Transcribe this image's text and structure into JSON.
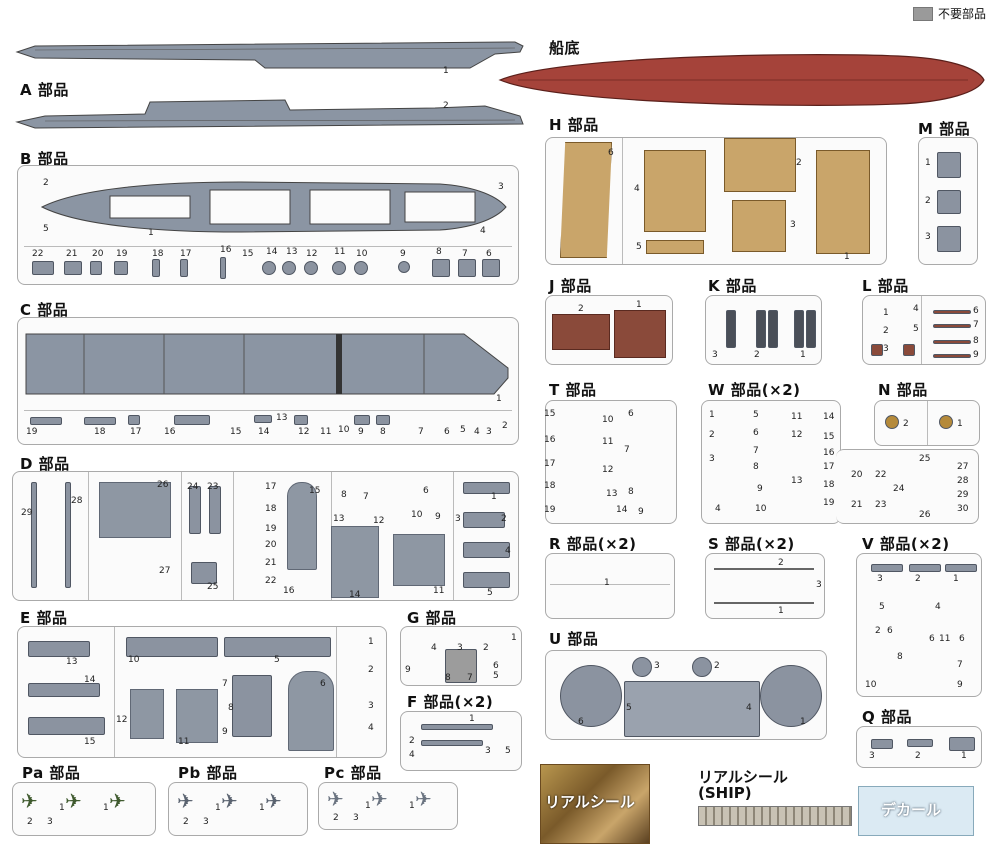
{
  "legend": {
    "text": "不要部品",
    "color": "#9a9a9a"
  },
  "hull_label": "船底",
  "sections": {
    "A": {
      "title": "A 部品",
      "nums": [
        "1",
        "2"
      ]
    },
    "B": {
      "title": "B 部品",
      "nums": [
        "2",
        "3",
        "1",
        "5",
        "4",
        "22",
        "21",
        "20",
        "19",
        "18",
        "17",
        "16",
        "15",
        "14",
        "13",
        "12",
        "11",
        "10",
        "9",
        "8",
        "7",
        "6"
      ]
    },
    "C": {
      "title": "C 部品",
      "nums": [
        "1",
        "19",
        "18",
        "17",
        "16",
        "15",
        "14",
        "13",
        "12",
        "11",
        "10",
        "9",
        "8",
        "7",
        "6",
        "5",
        "4",
        "3",
        "2"
      ]
    },
    "D": {
      "title": "D 部品",
      "nums": [
        "29",
        "28",
        "26",
        "27",
        "24",
        "23",
        "25",
        "17",
        "18",
        "19",
        "20",
        "21",
        "22",
        "15",
        "16",
        "8",
        "7",
        "6",
        "1",
        "10",
        "9",
        "13",
        "12",
        "14",
        "11",
        "3",
        "2",
        "4",
        "5"
      ]
    },
    "E": {
      "title": "E 部品",
      "nums": [
        "13",
        "14",
        "15",
        "10",
        "12",
        "11",
        "5",
        "7",
        "8",
        "9",
        "6",
        "1",
        "2",
        "3",
        "4"
      ]
    },
    "G": {
      "title": "G 部品",
      "nums": [
        "1",
        "4",
        "3",
        "2",
        "9",
        "8",
        "7",
        "6",
        "5"
      ]
    },
    "F": {
      "title": "F 部品(×2)",
      "nums": [
        "1",
        "2",
        "3",
        "4",
        "5"
      ]
    },
    "Pa": {
      "title": "Pa 部品",
      "nums": [
        "2",
        "3",
        "1",
        "1"
      ]
    },
    "Pb": {
      "title": "Pb 部品",
      "nums": [
        "2",
        "3",
        "1",
        "1"
      ]
    },
    "Pc": {
      "title": "Pc 部品",
      "nums": [
        "2",
        "3",
        "1",
        "1"
      ]
    },
    "H": {
      "title": "H 部品",
      "nums": [
        "6",
        "4",
        "2",
        "5",
        "3",
        "1"
      ]
    },
    "M": {
      "title": "M 部品",
      "nums": [
        "1",
        "2",
        "3"
      ]
    },
    "J": {
      "title": "J 部品",
      "nums": [
        "2",
        "1"
      ]
    },
    "K": {
      "title": "K 部品",
      "nums": [
        "3",
        "2",
        "1"
      ]
    },
    "L": {
      "title": "L 部品",
      "nums": [
        "1",
        "2",
        "3",
        "4",
        "5",
        "6",
        "7",
        "8",
        "9"
      ]
    },
    "T": {
      "title": "T 部品",
      "nums": [
        "15",
        "16",
        "17",
        "18",
        "19",
        "10",
        "11",
        "12",
        "13",
        "14",
        "6",
        "7",
        "8",
        "9"
      ]
    },
    "W": {
      "title": "W 部品(×2)",
      "nums": [
        "1",
        "2",
        "3",
        "4",
        "5",
        "6",
        "7",
        "8",
        "9",
        "10",
        "11",
        "12",
        "13",
        "14",
        "15",
        "16",
        "17",
        "18",
        "19",
        "20",
        "21",
        "22",
        "23",
        "24",
        "25",
        "26",
        "27",
        "28",
        "29",
        "30"
      ]
    },
    "N": {
      "title": "N 部品",
      "nums": [
        "2",
        "1"
      ]
    },
    "R": {
      "title": "R 部品(×2)",
      "nums": [
        "1"
      ]
    },
    "S": {
      "title": "S 部品(×2)",
      "nums": [
        "2",
        "1",
        "3"
      ]
    },
    "V": {
      "title": "V 部品(×2)",
      "nums": [
        "3",
        "2",
        "1",
        "5",
        "4",
        "2",
        "6",
        "6",
        "11",
        "6",
        "8",
        "7",
        "10",
        "9"
      ]
    },
    "U": {
      "title": "U 部品",
      "nums": [
        "6",
        "3",
        "2",
        "1",
        "5",
        "4"
      ]
    },
    "Q": {
      "title": "Q 部品",
      "nums": [
        "3",
        "2",
        "1"
      ]
    }
  },
  "stickers": {
    "real_label": "リアルシール",
    "ship_label_line1": "リアルシール",
    "ship_label_line2": "(SHIP)",
    "decal_label": "デカール"
  }
}
